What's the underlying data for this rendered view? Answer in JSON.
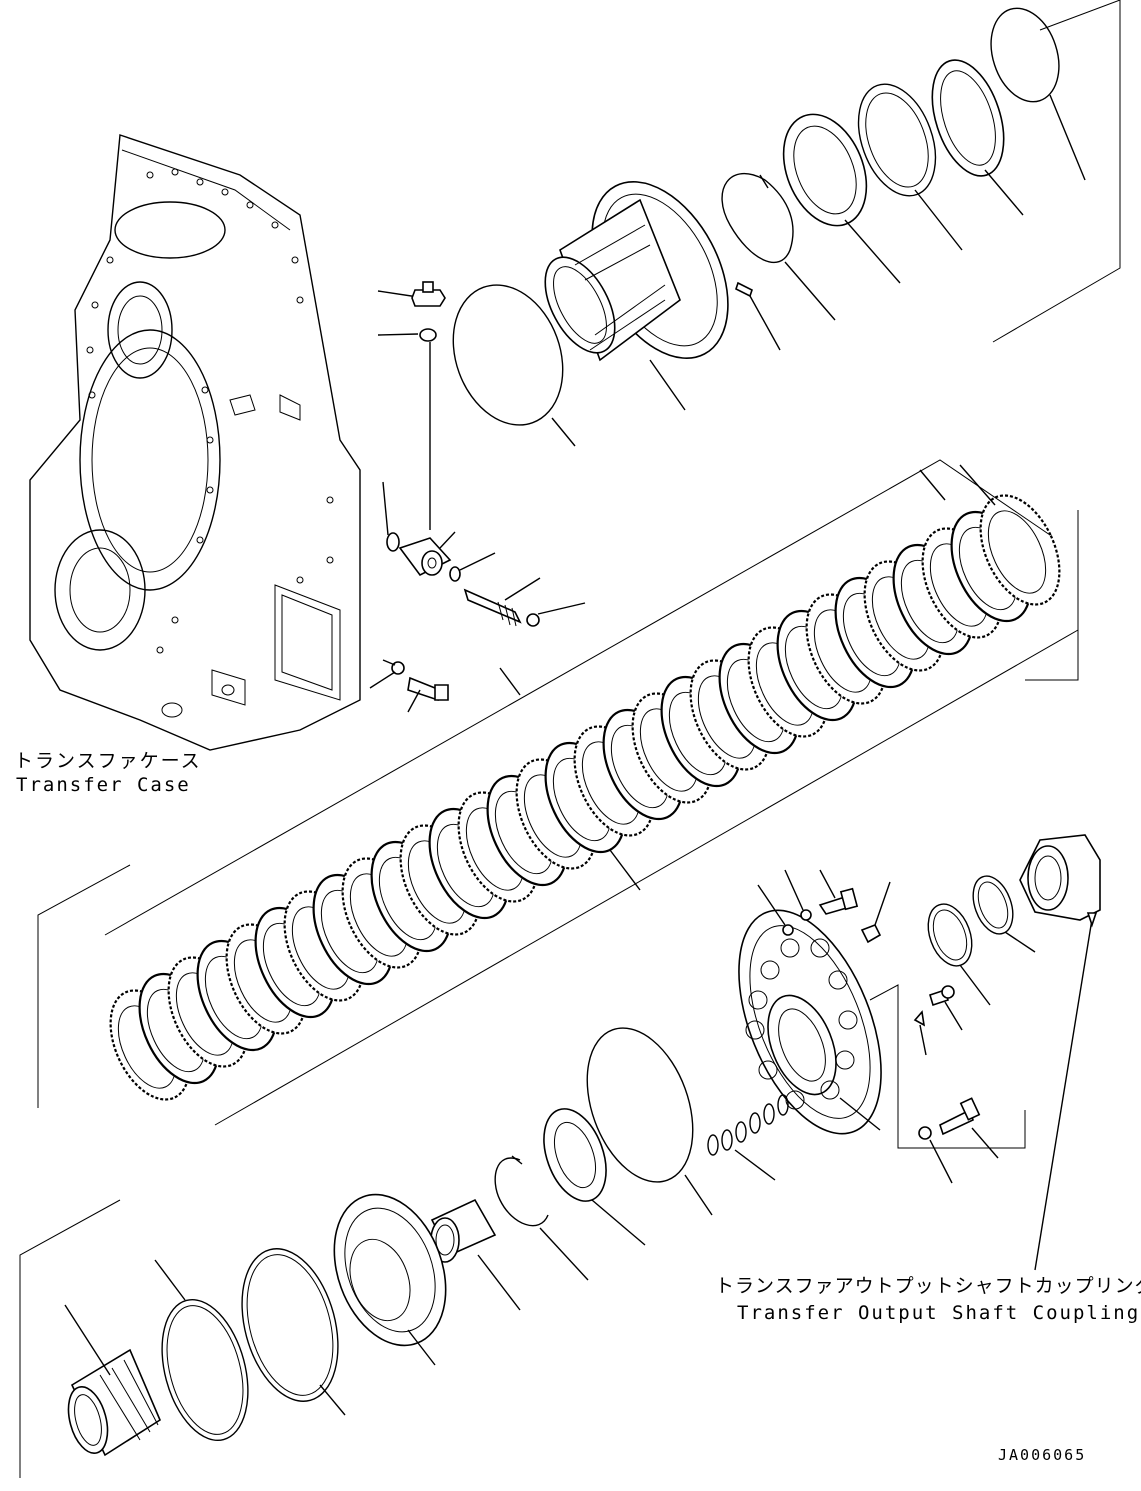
{
  "labels": {
    "transfer_case_jp": "トランスファケース",
    "transfer_case_en": "Transfer Case",
    "coupling_jp": "トランスファアウトプットシャフトカップリング",
    "coupling_en": "Transfer Output Shaft Coupling",
    "drawing_number": "JA006065"
  },
  "colors": {
    "line": "#000000",
    "background": "#ffffff"
  }
}
